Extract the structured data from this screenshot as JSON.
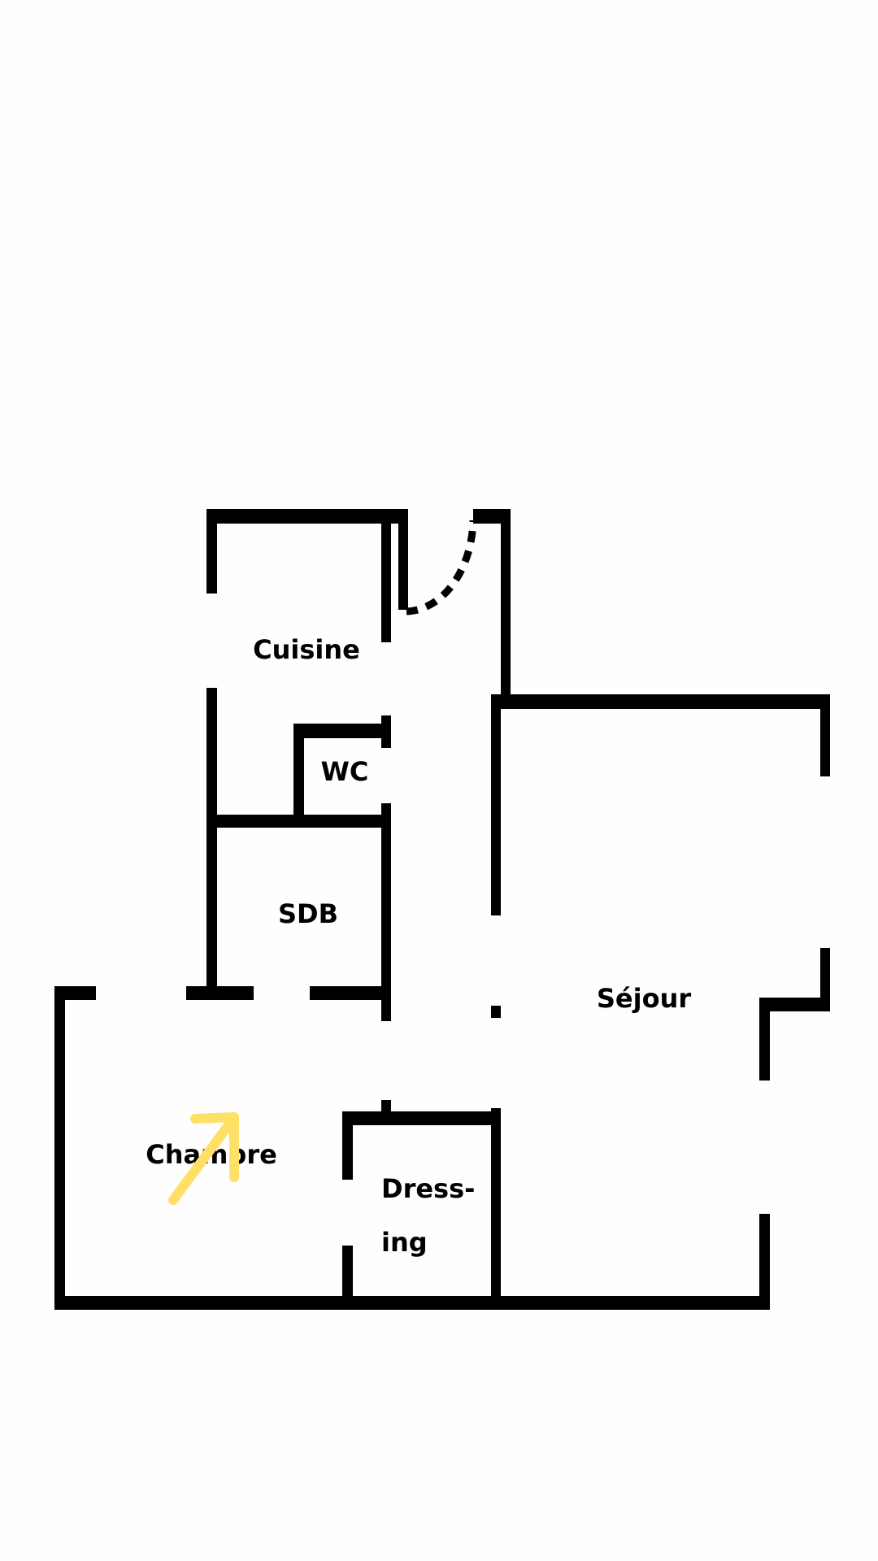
{
  "title": "Floor plan",
  "rooms": {
    "cuisine": "Cuisine",
    "wc": "WC",
    "sdb": "SDB",
    "sejour": "Séjour",
    "chambre": "Chambre",
    "dressing_line1": "Dress-",
    "dressing_line2": "ing"
  },
  "colors": {
    "walls": "#000000",
    "arrow": "#FFE066",
    "background": "#FEFEFE"
  },
  "annotation": {
    "icon": "arrow-up-right-icon"
  }
}
